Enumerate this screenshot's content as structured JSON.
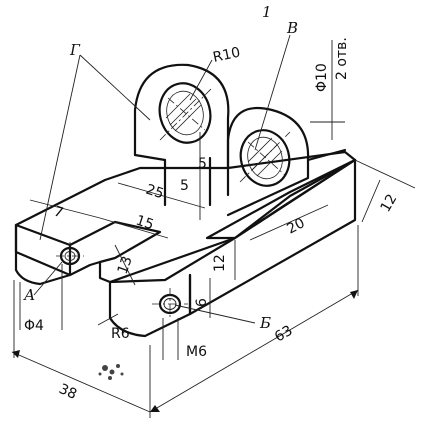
{
  "labels": {
    "g": "Г",
    "v": "В",
    "a": "А",
    "b": "Б",
    "one": "1"
  },
  "dimensions": {
    "r10": "R10",
    "phi10": "Φ10",
    "two_holes": "2 отв.",
    "d5_upper": "5",
    "d5_lower": "5",
    "d25": "25",
    "d7": "7",
    "d15": "15",
    "d20": "20",
    "d12_right": "12",
    "d12_front": "12",
    "d13": "13",
    "d6": "6",
    "phi4": "Φ4",
    "r6": "R6",
    "m6": "M6",
    "d63": "63",
    "d38": "38"
  }
}
